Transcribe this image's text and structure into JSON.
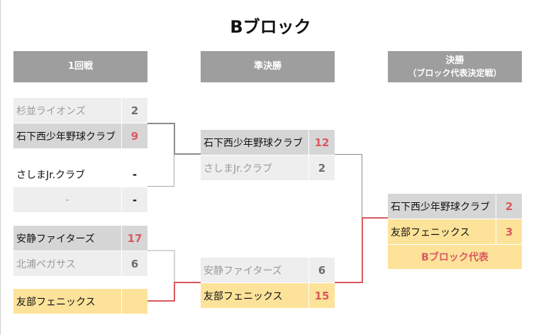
{
  "title": "Bブロック",
  "headers": {
    "round1": "1回戦",
    "semifinal": "準決勝",
    "final": "決勝",
    "final_sub": "（ブロック代表決定戦）"
  },
  "round1": [
    {
      "team": "杉並ライオンズ",
      "score": "2"
    },
    {
      "team": "石下西少年野球クラブ",
      "score": "9"
    },
    {
      "team": "さしまJr.クラブ",
      "score": "-"
    },
    {
      "team": "-",
      "score": "-"
    },
    {
      "team": "安静ファイターズ",
      "score": "17"
    },
    {
      "team": "北浦ペガサス",
      "score": "6"
    },
    {
      "team": "友部フェニックス",
      "score": ""
    }
  ],
  "semifinal": [
    {
      "team": "石下西少年野球クラブ",
      "score": "12"
    },
    {
      "team": "さしまJr.クラブ",
      "score": "2"
    },
    {
      "team": "安静ファイターズ",
      "score": "6"
    },
    {
      "team": "友部フェニックス",
      "score": "15"
    }
  ],
  "final": [
    {
      "team": "石下西少年野球クラブ",
      "score": "2"
    },
    {
      "team": "友部フェニックス",
      "score": "3"
    }
  ],
  "representative": "Bブロック代表",
  "colors": {
    "header_bg": "#9e9e9e",
    "winner_bg": "#d6d6d6",
    "loser_bg": "#eeeeee",
    "highlight_bg": "#fde39a",
    "accent_red": "#d9595f"
  }
}
